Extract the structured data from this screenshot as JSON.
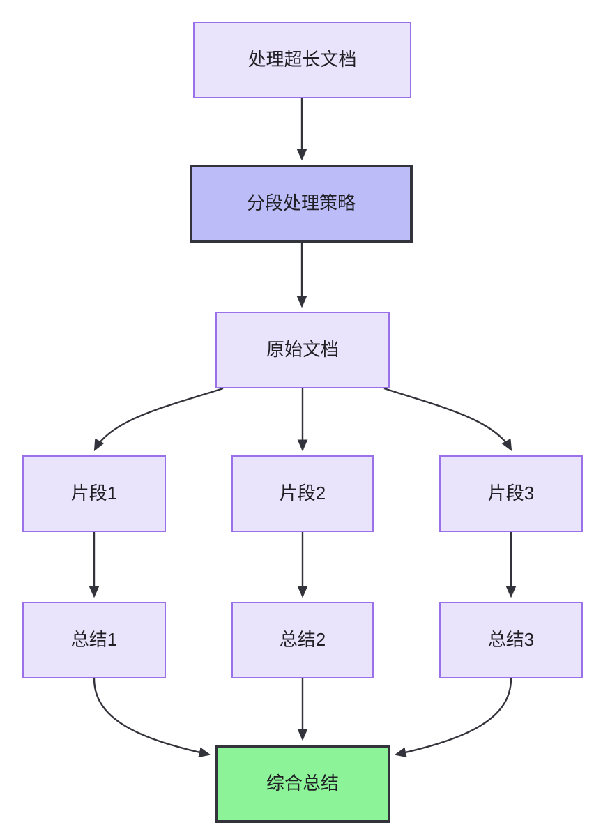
{
  "diagram": {
    "type": "flowchart",
    "direction": "top-to-bottom",
    "title_node": "处理超长文档",
    "colors": {
      "node_fill": "#e9e4fb",
      "node_stroke": "#9a71e8",
      "highlight_fill": "#bcbcf8",
      "highlight_stroke": "#33333b",
      "success_fill": "#8cf398",
      "success_stroke": "#33333b",
      "edge_stroke": "#33333b",
      "text": "#1f1f24",
      "background": "#ffffff"
    },
    "nodes": [
      {
        "id": "root",
        "label": "处理超长文档",
        "style": "normal"
      },
      {
        "id": "strat",
        "label": "分段处理策略",
        "style": "highlight"
      },
      {
        "id": "doc",
        "label": "原始文档",
        "style": "normal"
      },
      {
        "id": "frag1",
        "label": "片段1",
        "style": "normal"
      },
      {
        "id": "frag2",
        "label": "片段2",
        "style": "normal"
      },
      {
        "id": "frag3",
        "label": "片段3",
        "style": "normal"
      },
      {
        "id": "sum1",
        "label": "总结1",
        "style": "normal"
      },
      {
        "id": "sum2",
        "label": "总结2",
        "style": "normal"
      },
      {
        "id": "sum3",
        "label": "总结3",
        "style": "normal"
      },
      {
        "id": "final",
        "label": "综合总结",
        "style": "success"
      }
    ],
    "edges": [
      {
        "from": "root",
        "to": "strat",
        "shape": "straight"
      },
      {
        "from": "strat",
        "to": "doc",
        "shape": "straight"
      },
      {
        "from": "doc",
        "to": "frag1",
        "shape": "curved"
      },
      {
        "from": "doc",
        "to": "frag2",
        "shape": "straight"
      },
      {
        "from": "doc",
        "to": "frag3",
        "shape": "curved"
      },
      {
        "from": "frag1",
        "to": "sum1",
        "shape": "straight"
      },
      {
        "from": "frag2",
        "to": "sum2",
        "shape": "straight"
      },
      {
        "from": "frag3",
        "to": "sum3",
        "shape": "straight"
      },
      {
        "from": "sum1",
        "to": "final",
        "shape": "curved"
      },
      {
        "from": "sum2",
        "to": "final",
        "shape": "straight"
      },
      {
        "from": "sum3",
        "to": "final",
        "shape": "curved"
      }
    ]
  }
}
